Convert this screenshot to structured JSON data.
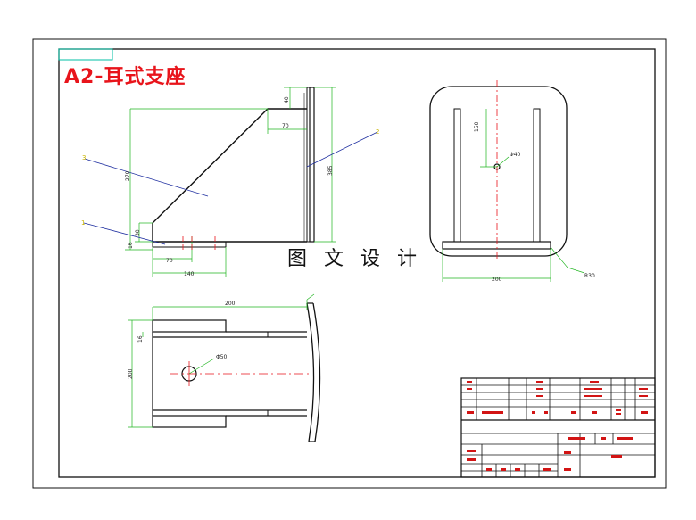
{
  "title": "A2-耳式支座",
  "watermark": "图 文 设 计",
  "dimensions": {
    "side_top_h": "40",
    "side_top_w": "70",
    "side_height": "270",
    "side_small": "30",
    "side_base_a": "16",
    "side_bottom_inner": "70",
    "side_bottom_w": "140",
    "side_total_h": "385",
    "plan_width": "200",
    "plan_thk": "16",
    "plan_height": "200",
    "plan_hole": "Φ50",
    "front_height": "150",
    "front_hole": "Φ40",
    "front_width": "200",
    "front_radius": "R30"
  },
  "labels": {
    "part1": "1",
    "part2": "2",
    "part3": "3"
  }
}
